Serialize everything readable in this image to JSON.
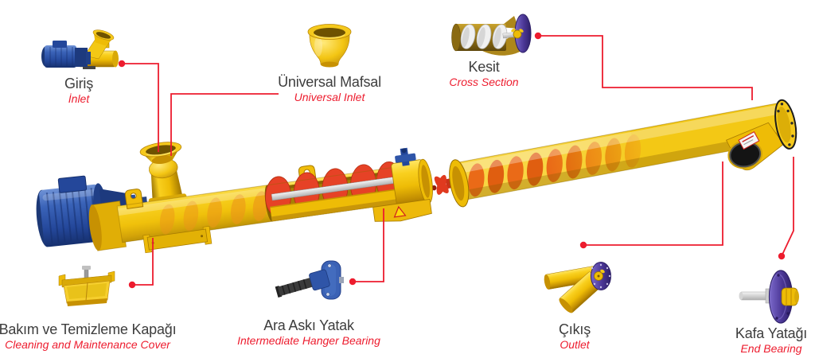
{
  "diagram": {
    "kind": "screw-conveyor-parts-diagram",
    "background": "#ffffff"
  },
  "colors": {
    "callout_line": "#ed1c2e",
    "title_text": "#3d3d3d",
    "subtitle_text": "#ed1c2e",
    "machine_yellow": "#f3c815",
    "motor_blue": "#2b4f9b",
    "screw_red": "#e64226",
    "screw_orange": "#ea6a17",
    "flange_purple": "#4b3796"
  },
  "callouts": [
    {
      "id": "inlet",
      "title": "Giriş",
      "subtitle": "İnlet"
    },
    {
      "id": "universal-inlet",
      "title": "Üniversal Mafsal",
      "subtitle": "Universal Inlet"
    },
    {
      "id": "cross-section",
      "title": "Kesit",
      "subtitle": "Cross Section"
    },
    {
      "id": "cleaning-cover",
      "title": "Bakım ve Temizleme Kapağı",
      "subtitle": "Cleaning and Maintenance Cover"
    },
    {
      "id": "hanger-bearing",
      "title": "Ara Askı Yatak",
      "subtitle": "Intermediate Hanger Bearing"
    },
    {
      "id": "outlet",
      "title": "Çıkış",
      "subtitle": "Outlet"
    },
    {
      "id": "end-bearing",
      "title": "Kafa Yatağı",
      "subtitle": "End Bearing"
    }
  ]
}
